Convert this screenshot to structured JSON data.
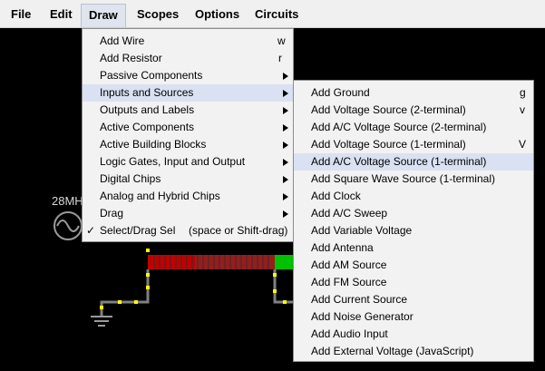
{
  "menubar": {
    "items": [
      {
        "label": "File"
      },
      {
        "label": "Edit"
      },
      {
        "label": "Draw"
      },
      {
        "label": "Scopes"
      },
      {
        "label": "Options"
      },
      {
        "label": "Circuits"
      }
    ]
  },
  "canvas": {
    "source_label": "28MH"
  },
  "draw_menu": {
    "items": [
      {
        "label": "Add Wire",
        "shortcut": "w"
      },
      {
        "label": "Add Resistor",
        "shortcut": "r"
      },
      {
        "label": "Passive Components"
      },
      {
        "label": "Inputs and Sources"
      },
      {
        "label": "Outputs and Labels"
      },
      {
        "label": "Active Components"
      },
      {
        "label": "Active Building Blocks"
      },
      {
        "label": "Logic Gates, Input and Output"
      },
      {
        "label": "Digital Chips"
      },
      {
        "label": "Analog and Hybrid Chips"
      },
      {
        "label": "Drag"
      },
      {
        "label": "Select/Drag Sel",
        "shortcut": "(space or Shift-drag)",
        "check": "✓"
      }
    ]
  },
  "sources_menu": {
    "items": [
      {
        "label": "Add Ground",
        "shortcut": "g"
      },
      {
        "label": "Add Voltage Source (2-terminal)",
        "shortcut": "v"
      },
      {
        "label": "Add A/C Voltage Source (2-terminal)"
      },
      {
        "label": "Add Voltage Source (1-terminal)",
        "shortcut": "V"
      },
      {
        "label": "Add A/C Voltage Source (1-terminal)"
      },
      {
        "label": "Add Square Wave Source (1-terminal)"
      },
      {
        "label": "Add Clock"
      },
      {
        "label": "Add A/C Sweep"
      },
      {
        "label": "Add Variable Voltage"
      },
      {
        "label": "Add Antenna"
      },
      {
        "label": "Add AM Source"
      },
      {
        "label": "Add FM Source"
      },
      {
        "label": "Add Current Source"
      },
      {
        "label": "Add Noise Generator"
      },
      {
        "label": "Add Audio Input"
      },
      {
        "label": "Add External Voltage (JavaScript)"
      }
    ]
  },
  "colors": {
    "menu_highlight": "#d9e1f2",
    "wire": "#808080",
    "node": "#ffff00",
    "resistor_current": "#00c000",
    "resistor_hot": "#c00000"
  }
}
